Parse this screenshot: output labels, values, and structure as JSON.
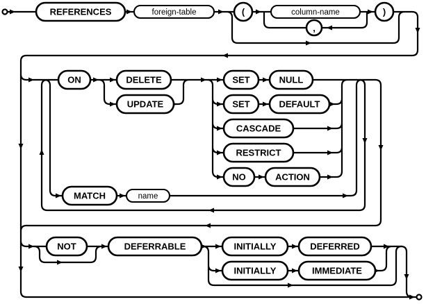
{
  "colors": {
    "line": "#000000",
    "background": "#ffffff",
    "node_fill": "#ffffff"
  },
  "nodes": {
    "references": "REFERENCES",
    "foreign_table": "foreign-table",
    "open_paren": "(",
    "column_name": "column-name",
    "comma": ",",
    "close_paren": ")",
    "on": "ON",
    "delete": "DELETE",
    "update": "UPDATE",
    "set": "SET",
    "null": "NULL",
    "default": "DEFAULT",
    "cascade": "CASCADE",
    "restrict": "RESTRICT",
    "no": "NO",
    "action": "ACTION",
    "match": "MATCH",
    "name": "name",
    "not": "NOT",
    "deferrable": "DEFERRABLE",
    "initially": "INITIALLY",
    "deferred": "DEFERRED",
    "immediate": "IMMEDIATE"
  }
}
